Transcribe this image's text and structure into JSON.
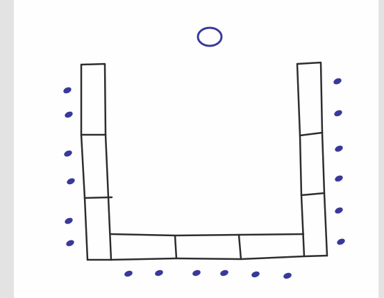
{
  "sketch": {
    "description_colors": {
      "background": "#e3e3e3",
      "paper": "#fefefe",
      "pencil": "#2d2d2d",
      "ink": "#39399a"
    },
    "elements": {
      "circle_count": 1,
      "left_wall_segments": 3,
      "right_wall_segments": 3,
      "floor_segments": 3,
      "left_dots": 6,
      "right_dots": 6,
      "bottom_dots": 6
    }
  }
}
